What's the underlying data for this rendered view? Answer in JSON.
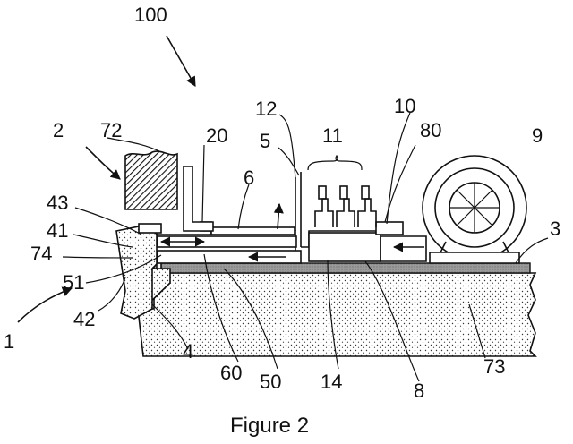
{
  "caption": "Figure 2",
  "refs": {
    "r100": "100",
    "r2": "2",
    "r72": "72",
    "r20": "20",
    "r12": "12",
    "r5": "5",
    "r11": "11",
    "r10": "10",
    "r80": "80",
    "r9": "9",
    "r6": "6",
    "r43": "43",
    "r41": "41",
    "r74": "74",
    "r51": "51",
    "r3": "3",
    "r1": "1",
    "r42": "42",
    "r4": "4",
    "r60": "60",
    "r50": "50",
    "r14": "14",
    "r8": "8",
    "r73": "73"
  },
  "colors": {
    "ink": "#111111",
    "paper": "#ffffff"
  }
}
